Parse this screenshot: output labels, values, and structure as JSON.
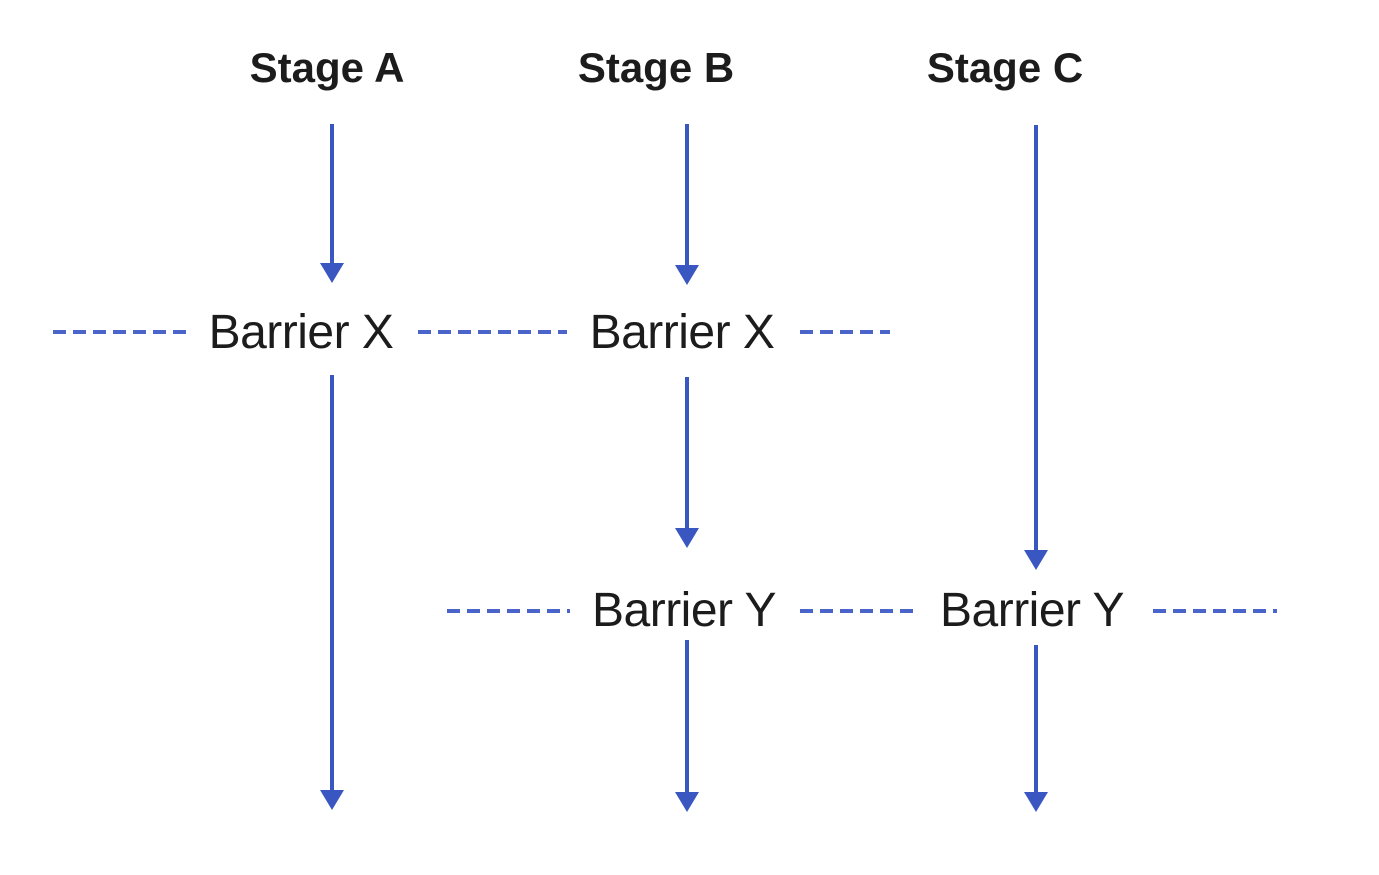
{
  "diagram": {
    "stage_labels": [
      "Stage A",
      "Stage B",
      "Stage C"
    ],
    "barrier_labels": {
      "barrier_x": "Barrier X",
      "barrier_y": "Barrier Y"
    },
    "colors": {
      "arrow_blue": "#3a57c1",
      "dash_blue": "#4b64c9",
      "label_text": "#1c1c1c",
      "background": "#ffffff"
    }
  }
}
